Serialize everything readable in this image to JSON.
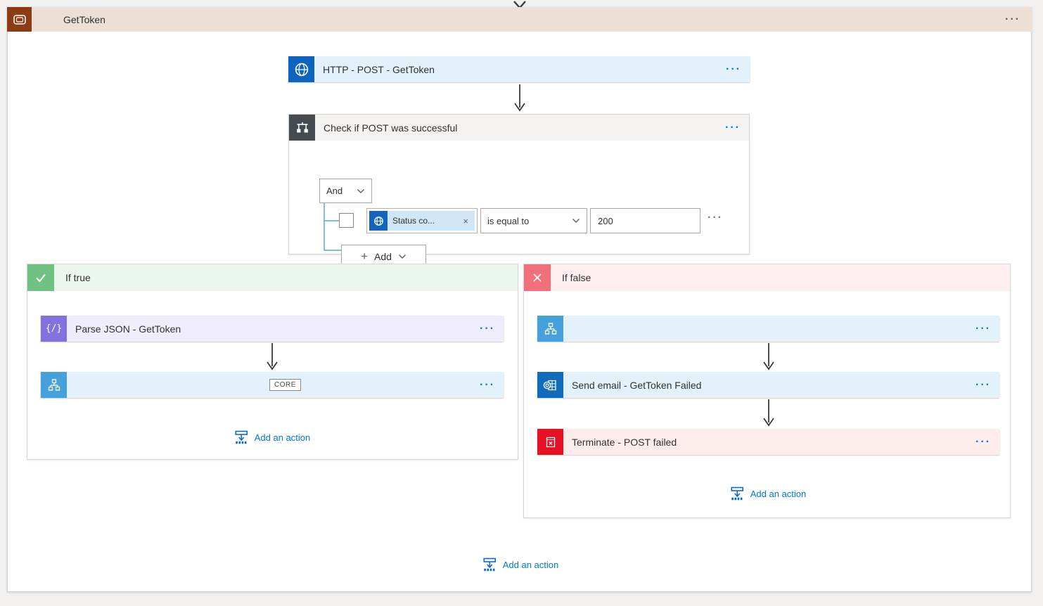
{
  "icons": {
    "ellipsis": "···",
    "close": "×",
    "plus": "+",
    "parse_json": "{/}"
  },
  "scope": {
    "title": "GetToken"
  },
  "http_action": {
    "title": "HTTP - POST - GetToken"
  },
  "condition": {
    "title": "Check if POST was successful",
    "join_operator": "And",
    "row": {
      "field_token": "Status co...",
      "operator": "is equal to",
      "value": "200"
    },
    "add_label": "Add"
  },
  "branch_true": {
    "label": "If true",
    "actions": [
      {
        "title": "Parse JSON - GetToken"
      },
      {
        "title": "",
        "badge": "CORE"
      }
    ],
    "add_action_label": "Add an action"
  },
  "branch_false": {
    "label": "If false",
    "actions": [
      {
        "title": ""
      },
      {
        "title": "Send email - GetToken Failed"
      },
      {
        "title": "Terminate - POST failed"
      }
    ],
    "add_action_label": "Add an action"
  },
  "footer": {
    "add_action_label": "Add an action"
  },
  "colors": {
    "page_bg": "#f1f0ef",
    "scope_icon": "#8c3c14",
    "scope_header_bg": "#ece0d6",
    "http_icon": "#0d64be",
    "action_bar_blue": "#e3f1fa",
    "condition_icon": "#464b52",
    "condition_header_bg": "#f4f3f2",
    "true_icon": "#6fc281",
    "true_header_bg": "#ebf6ee",
    "parse_icon": "#8371e0",
    "parse_bar": "#efecfb",
    "flow_icon": "#45a1dc",
    "outlook_icon": "#0f6cbd",
    "terminate_icon": "#e81123",
    "terminate_bar": "#fdecec",
    "false_icon": "#f1707b",
    "false_header_bg": "#fdeef0",
    "link_blue": "#0078d4",
    "connector_blue": "#58a6d9",
    "arrow": "#3b3a39"
  }
}
